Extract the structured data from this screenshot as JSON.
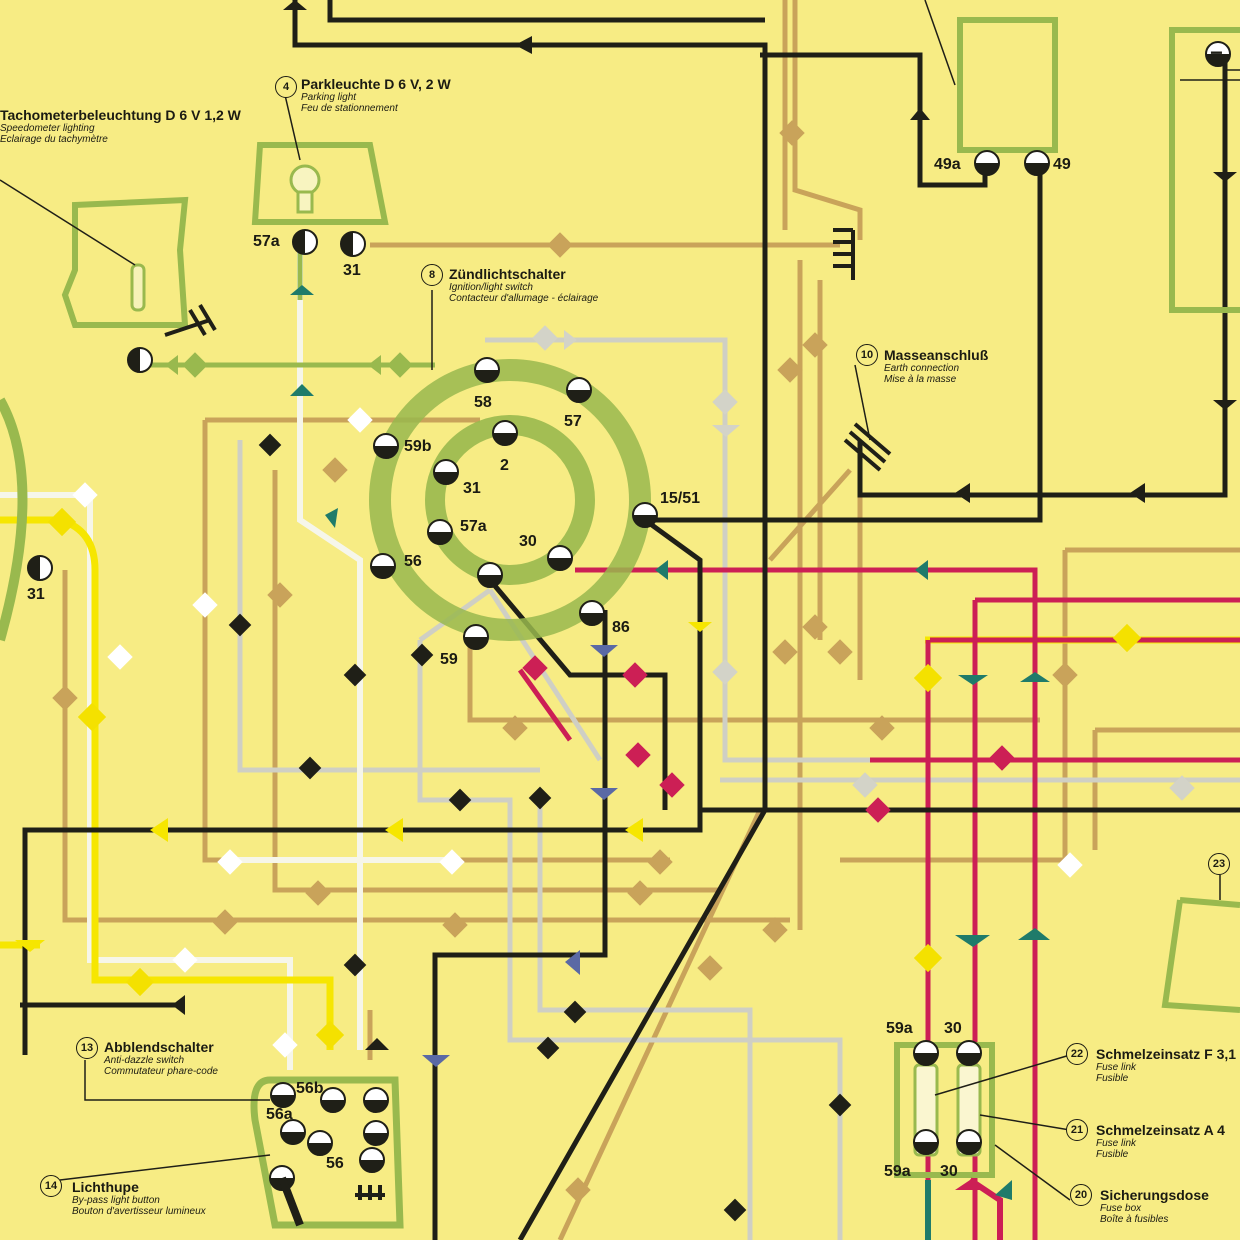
{
  "components": {
    "speedo_light": {
      "title": "Tachometerbeleuchtung D 6 V 1,2 W",
      "en": "Speedometer lighting",
      "fr": "Eclairage du tachymètre"
    },
    "parking_light": {
      "num": "4",
      "title": "Parkleuchte D 6 V, 2 W",
      "en": "Parking light",
      "fr": "Feu de stationnement"
    },
    "ignition_switch": {
      "num": "8",
      "title": "Zündlichtschalter",
      "en": "Ignition/light switch",
      "fr": "Contacteur d'allumage - éclairage"
    },
    "earth": {
      "num": "10",
      "title": "Masseanschluß",
      "en": "Earth connection",
      "fr": "Mise à la masse"
    },
    "dip_switch": {
      "num": "13",
      "title": "Abblendschalter",
      "en": "Anti-dazzle switch",
      "fr": "Commutateur phare-code"
    },
    "flasher": {
      "num": "14",
      "title": "Lichthupe",
      "en": "By-pass light button",
      "fr": "Bouton d'avertisseur lumineux"
    },
    "fuse_f31": {
      "num": "22",
      "title": "Schmelzeinsatz F 3,1",
      "en": "Fuse link",
      "fr": "Fusible"
    },
    "fuse_a4": {
      "num": "21",
      "title": "Schmelzeinsatz A 4",
      "en": "Fuse link",
      "fr": "Fusible"
    },
    "fuse_box": {
      "num": "20",
      "title": "Sicherungsdose",
      "en": "Fuse box",
      "fr": "Boîte à fusibles"
    },
    "component_23": {
      "num": "23"
    }
  },
  "terminals": {
    "t57a_park": "57a",
    "t31_park": "31",
    "t58": "58",
    "t57": "57",
    "t59b": "59b",
    "t2": "2",
    "t31": "31",
    "t57a": "57a",
    "t30": "30",
    "t56": "56",
    "t1551": "15/51",
    "t59": "59",
    "t86": "86",
    "t49a": "49a",
    "t49": "49",
    "t31_left": "31",
    "t56b": "56b",
    "t56a": "56a",
    "t56_sw": "56",
    "f59a_top": "59a",
    "f30_top": "30",
    "f59a_bot": "59a",
    "f30_bot": "30"
  },
  "colors": {
    "background": "#f7ec84",
    "black_wire": "#1f1f17",
    "brown_wire": "#c9a35a",
    "grey_wire": "#cfcfc4",
    "white_wire": "#f6f6ea",
    "yellow_wire": "#f6e600",
    "green_wire": "#99b94e",
    "red_wire": "#cc1f55",
    "teal_marker": "#1f7b6a",
    "blue_marker": "#5a69a5"
  }
}
